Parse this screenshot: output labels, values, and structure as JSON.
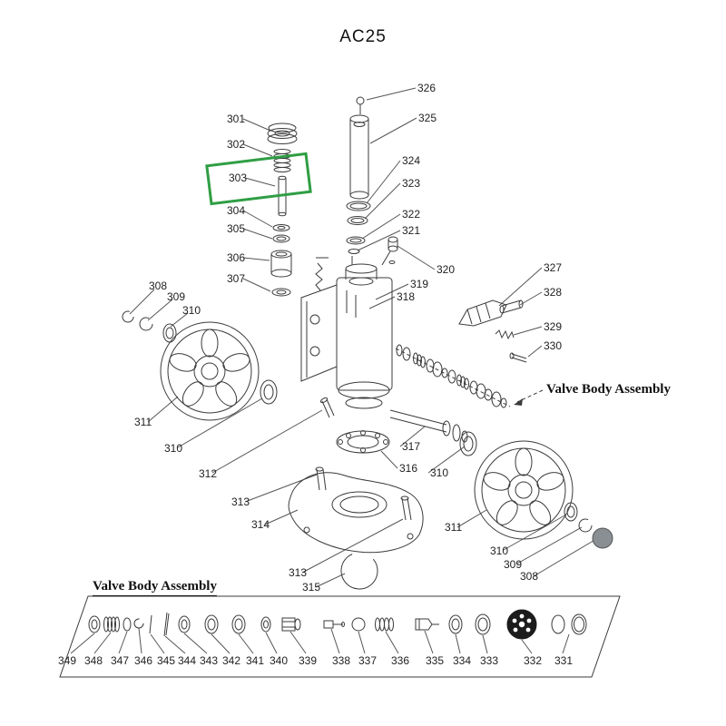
{
  "title": "AC25",
  "highlighted_part": "303",
  "highlight_color": "#2f9e44",
  "valve_body_assembly": {
    "right_label": "Valve Body Assembly",
    "bottom_label": "Valve Body Assembly"
  },
  "callouts": [
    "326",
    "325",
    "301",
    "302",
    "324",
    "303",
    "323",
    "304",
    "322",
    "305",
    "321",
    "306",
    "320",
    "307",
    "327",
    "319",
    "328",
    "318",
    "308",
    "309",
    "310",
    "329",
    "330",
    "311",
    "310",
    "317",
    "312",
    "316",
    "310",
    "313",
    "314",
    "311",
    "310",
    "309",
    "313",
    "308",
    "315"
  ],
  "bottom_row": [
    "349",
    "348",
    "347",
    "346",
    "345",
    "344",
    "343",
    "342",
    "341",
    "340",
    "339",
    "338",
    "337",
    "336",
    "335",
    "334",
    "333",
    "332",
    "331"
  ]
}
